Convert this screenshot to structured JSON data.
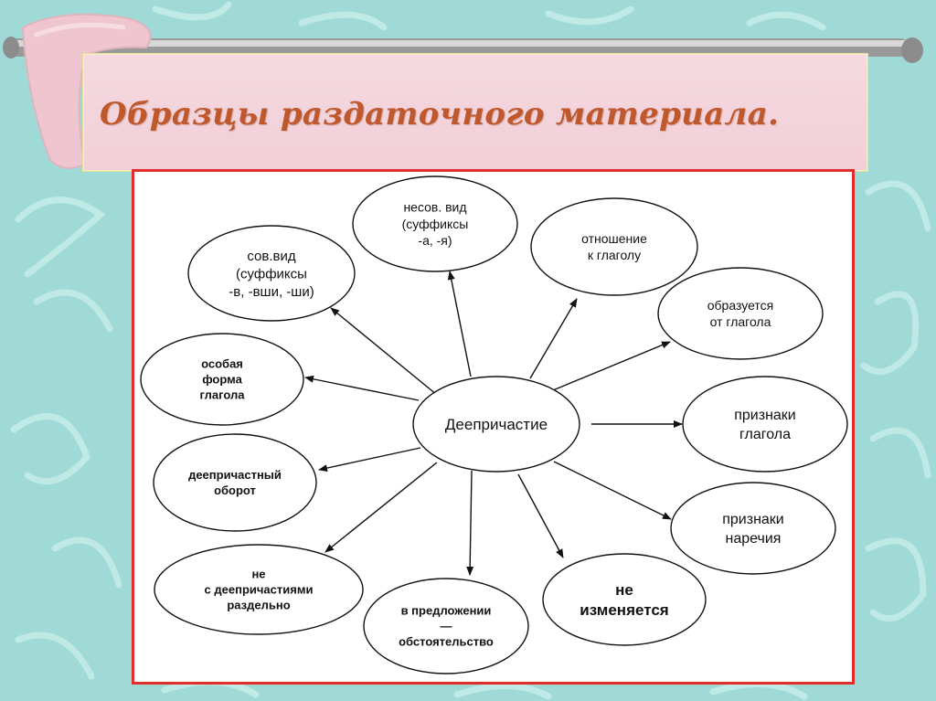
{
  "slide": {
    "title": "Образцы раздаточного материала."
  },
  "diagram": {
    "center": "Деепричастие",
    "nodes": [
      {
        "id": "nesov-vid",
        "lines": [
          "несов. вид",
          "(суффиксы",
          "-а, -я)"
        ]
      },
      {
        "id": "sov-vid",
        "lines": [
          "сов.вид",
          "(суффиксы",
          "-в, -вши, -ши)"
        ]
      },
      {
        "id": "otnoshenie",
        "lines": [
          "отношение",
          "к глаголу"
        ]
      },
      {
        "id": "obrazuetsya",
        "lines": [
          "образуется",
          "от глагола"
        ]
      },
      {
        "id": "osobaya-forma",
        "lines": [
          "особая",
          "форма",
          "глагола"
        ]
      },
      {
        "id": "priznaki-glagola",
        "lines": [
          "признаки",
          "глагола"
        ]
      },
      {
        "id": "deeprichastny-oborot",
        "lines": [
          "деепричастный",
          "оборот"
        ]
      },
      {
        "id": "priznaki-narechiya",
        "lines": [
          "признаки",
          "наречия"
        ]
      },
      {
        "id": "ne-razdelno",
        "lines": [
          "не",
          "с деепричастиями",
          "раздельно"
        ]
      },
      {
        "id": "v-predlozhenii",
        "lines": [
          "в предложении",
          "—",
          "обстоятельство"
        ]
      },
      {
        "id": "ne-izmenyaetsya",
        "lines": [
          "не",
          "изменяется"
        ]
      }
    ]
  }
}
